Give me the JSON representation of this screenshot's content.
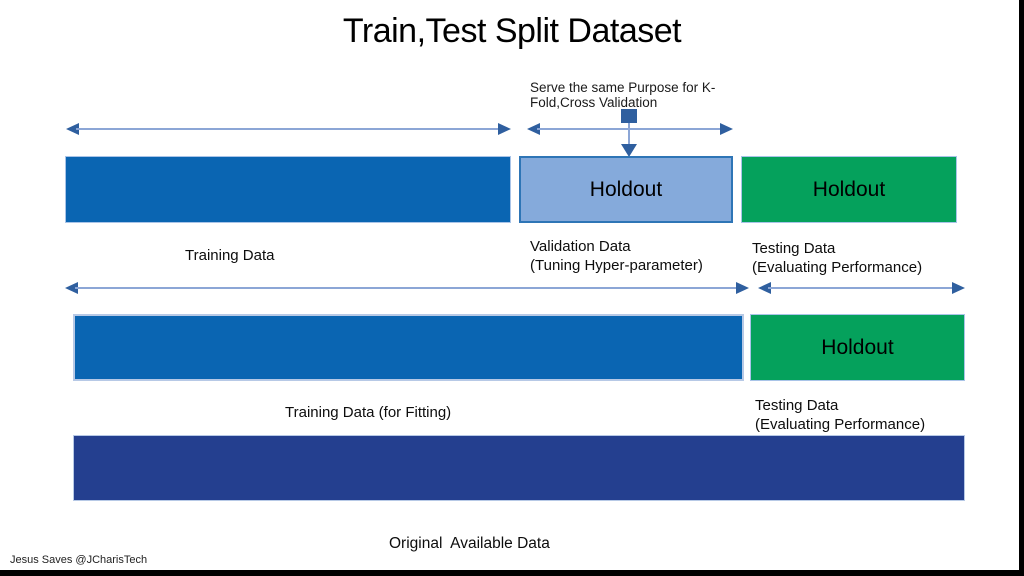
{
  "title": "Train,Test Split Dataset",
  "annotation": {
    "line1": "Serve the same Purpose for K-",
    "line2": "Fold,Cross Validation"
  },
  "row1": {
    "validation_bar_label": "Holdout",
    "testing_bar_label": "Holdout",
    "training_caption": "Training Data",
    "validation_caption_line1": "Validation Data",
    "validation_caption_line2": "(Tuning Hyper-parameter)",
    "testing_caption_line1": "Testing Data",
    "testing_caption_line2": "(Evaluating Performance)"
  },
  "row2": {
    "testing_bar_label": "Holdout",
    "training_caption": "Training Data (for Fitting)",
    "testing_caption_line1": "Testing Data",
    "testing_caption_line2": "(Evaluating Performance)"
  },
  "row3": {
    "caption": "Original  Available Data"
  },
  "watermark": "Jesus Saves @JCharisTech",
  "colors": {
    "training_blue": "#0A65B2",
    "validation_light_blue": "#85AADB",
    "testing_green": "#05A15C",
    "original_navy": "#243F8F",
    "arrow_line": "#8CA6D6",
    "arrow_head": "#2F5F9F",
    "holdout_border": "#2E75B6",
    "light_border": "#A9C4E8"
  }
}
